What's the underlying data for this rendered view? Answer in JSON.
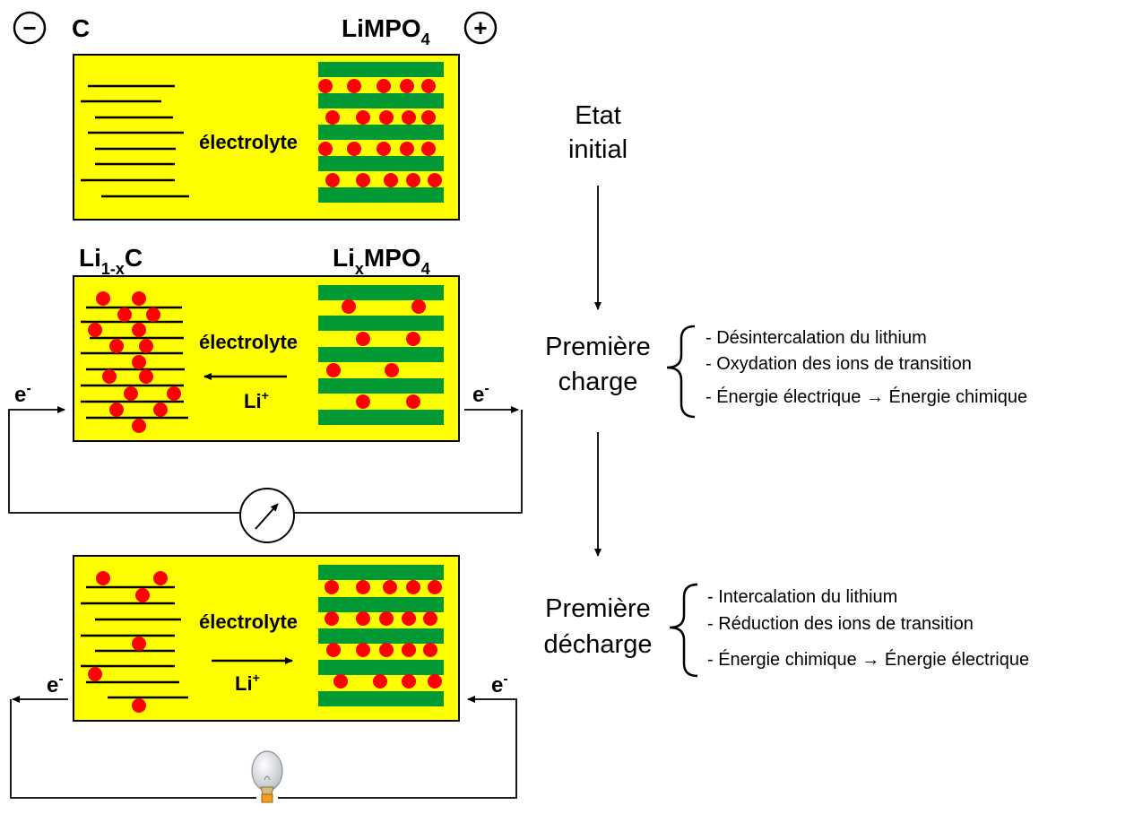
{
  "colors": {
    "cell_fill": "#ffff00",
    "lamella": "#009933",
    "lithium_ion": "#ff0000",
    "outline": "#000000"
  },
  "icons": [
    "minus-sign-icon",
    "plus-sign-icon",
    "ammeter-icon",
    "light-bulb-icon"
  ],
  "terminals": {
    "negative": "−",
    "positive": "+"
  },
  "cells": {
    "initial": {
      "anode_label": "C",
      "cathode_base": "LiMPO",
      "cathode_sub": "4",
      "electrolyte": "électrolyte"
    },
    "charge": {
      "anode_base": "Li",
      "anode_sub": "1-x",
      "anode_tail": "C",
      "cathode_base": "Li",
      "cathode_sub": "x",
      "cathode_mid": "MPO",
      "cathode_sub2": "4",
      "electrolyte": "électrolyte",
      "ion_base": "Li",
      "ion_sup": "+",
      "electron_left_base": "e",
      "electron_left_sup": "-",
      "electron_right_base": "e",
      "electron_right_sup": "-"
    },
    "discharge": {
      "electrolyte": "électrolyte",
      "ion_base": "Li",
      "ion_sup": "+",
      "electron_left_base": "e",
      "electron_left_sup": "-",
      "electron_right_base": "e",
      "electron_right_sup": "-"
    }
  },
  "stages": {
    "initial": {
      "line1": "Etat",
      "line2": "initial"
    },
    "charge": {
      "line1": "Première",
      "line2": "charge",
      "items": [
        "- Désintercalation du lithium",
        "- Oxydation des ions de transition",
        "- Énergie électrique → Énergie chimique"
      ]
    },
    "discharge": {
      "line1": "Première",
      "line2": "décharge",
      "items": [
        "- Intercalation du lithium",
        "- Réduction des ions de transition",
        "- Énergie chimique → Énergie électrique"
      ]
    }
  }
}
